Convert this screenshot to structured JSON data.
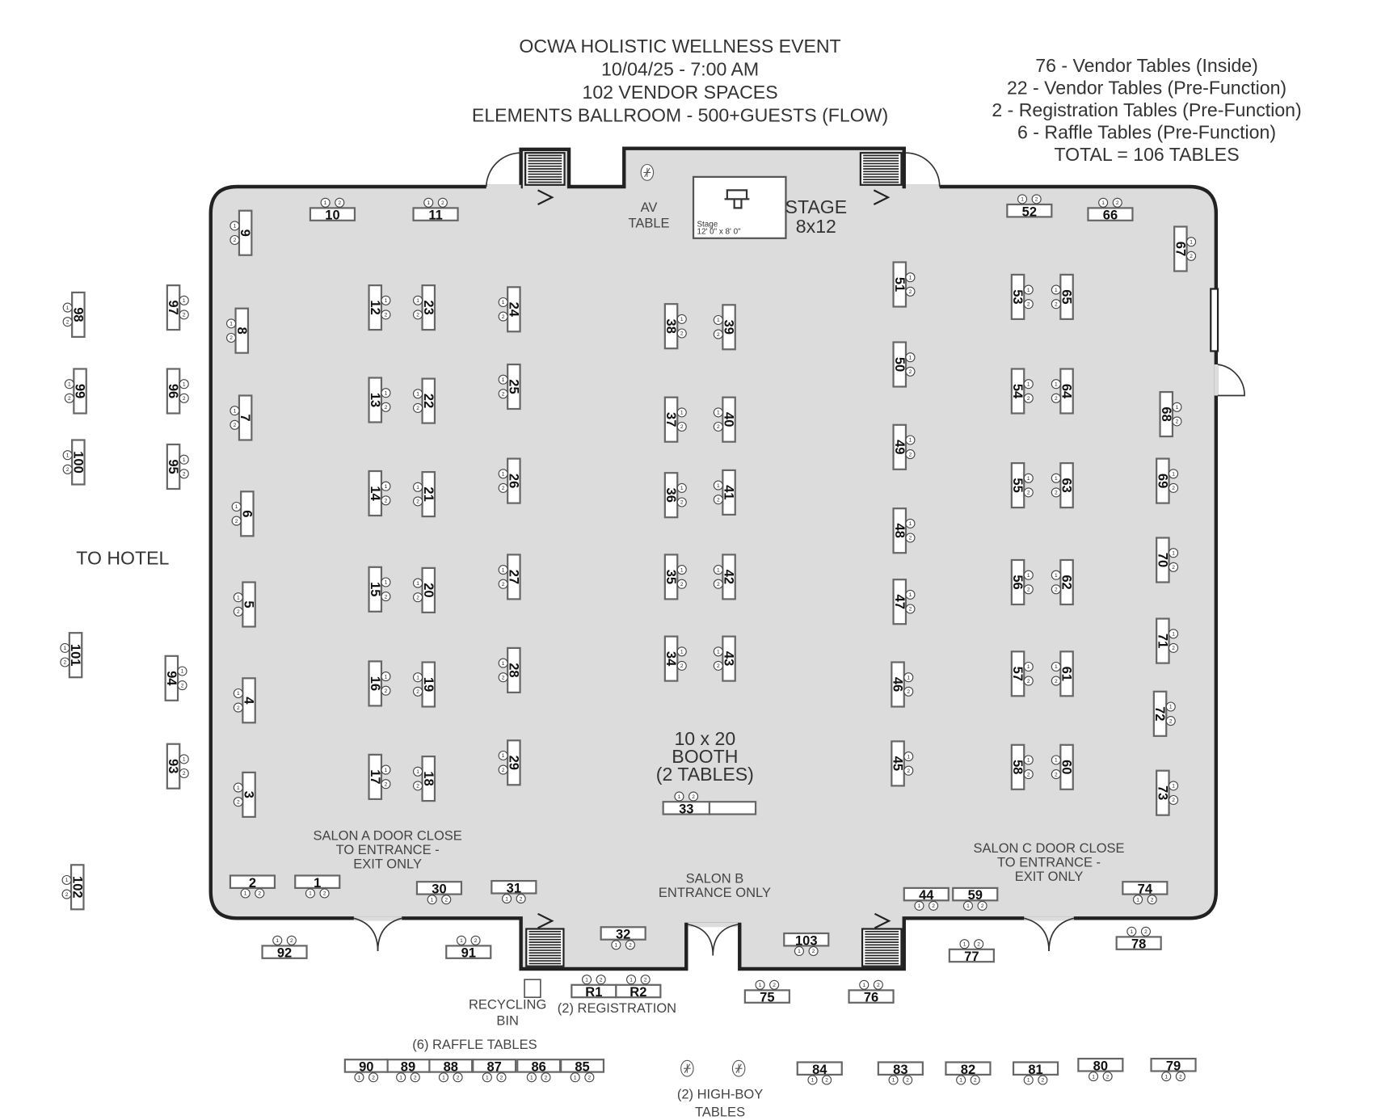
{
  "title": {
    "lines": [
      "OCWA HOLISTIC WELLNESS EVENT",
      "10/04/25 - 7:00 AM",
      "102 VENDOR SPACES",
      "ELEMENTS BALLROOM - 500+GUESTS (FLOW)"
    ]
  },
  "summary": {
    "lines": [
      "76 - Vendor Tables (Inside)",
      "22 - Vendor Tables (Pre-Function)",
      "2 - Registration Tables (Pre-Function)",
      "6 -  Raffle Tables (Pre-Function)",
      "TOTAL = 106 TABLES"
    ]
  },
  "labels": {
    "av_table": [
      "AV",
      "TABLE"
    ],
    "stage": [
      "STAGE",
      "8x12"
    ],
    "stage_inner": [
      "Stage",
      "12' 0\" x 8' 0\""
    ],
    "to_hotel": "TO HOTEL",
    "salon_a": [
      "SALON A DOOR CLOSE",
      "TO ENTRANCE -",
      "EXIT ONLY"
    ],
    "salon_b": [
      "SALON B",
      "ENTRANCE ONLY"
    ],
    "salon_c": [
      "SALON C DOOR CLOSE",
      "TO ENTRANCE -",
      "EXIT ONLY"
    ],
    "booth": [
      "10 x 20",
      "BOOTH",
      "(2 TABLES)"
    ],
    "recycling": [
      "RECYCLING",
      "BIN"
    ],
    "registration": "(2) REGISTRATION",
    "raffle": "(6) RAFFLE TABLES",
    "highboy": [
      "(2) HIGH-BOY",
      "TABLES"
    ]
  },
  "chair_labels": [
    "1",
    "2"
  ],
  "tables": [
    "1",
    "2",
    "3",
    "4",
    "5",
    "6",
    "7",
    "8",
    "9",
    "10",
    "11",
    "12",
    "13",
    "14",
    "15",
    "16",
    "17",
    "18",
    "19",
    "20",
    "21",
    "22",
    "23",
    "24",
    "25",
    "26",
    "27",
    "28",
    "29",
    "30",
    "31",
    "32",
    "33",
    "34",
    "35",
    "36",
    "37",
    "38",
    "39",
    "40",
    "41",
    "42",
    "43",
    "44",
    "45",
    "46",
    "47",
    "48",
    "49",
    "50",
    "51",
    "52",
    "53",
    "54",
    "55",
    "56",
    "57",
    "58",
    "59",
    "60",
    "61",
    "62",
    "63",
    "64",
    "65",
    "66",
    "67",
    "68",
    "69",
    "70",
    "71",
    "72",
    "73",
    "74",
    "75",
    "76",
    "77",
    "78",
    "79",
    "80",
    "81",
    "82",
    "83",
    "84",
    "85",
    "86",
    "87",
    "88",
    "89",
    "90",
    "91",
    "92",
    "93",
    "94",
    "95",
    "96",
    "97",
    "98",
    "99",
    "100",
    "101",
    "102",
    "103",
    "R1",
    "R2"
  ],
  "colors": {
    "floor": "#dcdcdc",
    "wall": "#222222",
    "table_border": "#666666"
  }
}
